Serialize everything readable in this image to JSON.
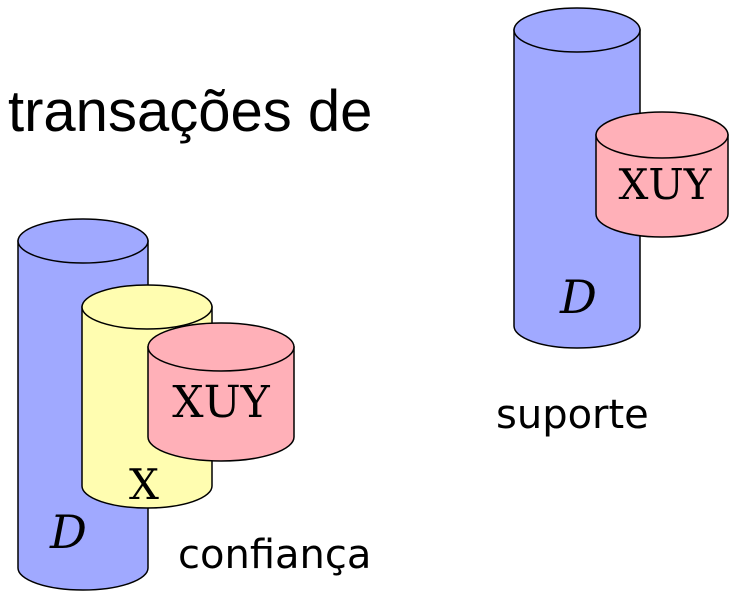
{
  "heading": "transações de",
  "confidence_diagram": {
    "caption": "confiança",
    "outer_label": "D",
    "middle_label": "X",
    "inner_label": "XUY"
  },
  "support_diagram": {
    "caption": "suporte",
    "outer_label": "D",
    "inner_label": "XUY"
  },
  "colors": {
    "d_cylinder": "#a0a9ff",
    "x_cylinder": "#fffdb0",
    "xuy_cylinder": "#ffb0b8",
    "outline": "#000000"
  }
}
